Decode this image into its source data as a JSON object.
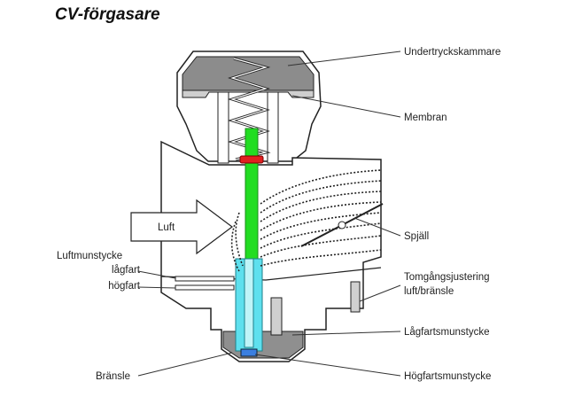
{
  "title": "CV-förgasare",
  "labels": {
    "vacuum_chamber": "Undertryckskammare",
    "diaphragm": "Membran",
    "air": "Luft",
    "throttle": "Spjäll",
    "air_jet": "Luftmunstycke",
    "low_speed": "lågfart",
    "high_speed": "högfart",
    "idle_adjust_line1": "Tomgångsjustering",
    "idle_adjust_line2": "luft/bränsle",
    "low_speed_jet": "Lågfartsmunstycke",
    "fuel": "Bränsle",
    "high_speed_jet": "Högfartsmunstycke"
  },
  "colors": {
    "body_fill": "#ffffff",
    "outline": "#222222",
    "chamber_gray": "#8c8c8c",
    "needle_green": "#22dd22",
    "jet_cyan": "#5ee0ee",
    "fuel_gray": "#8f8f8f",
    "cap_red": "#e02020"
  }
}
